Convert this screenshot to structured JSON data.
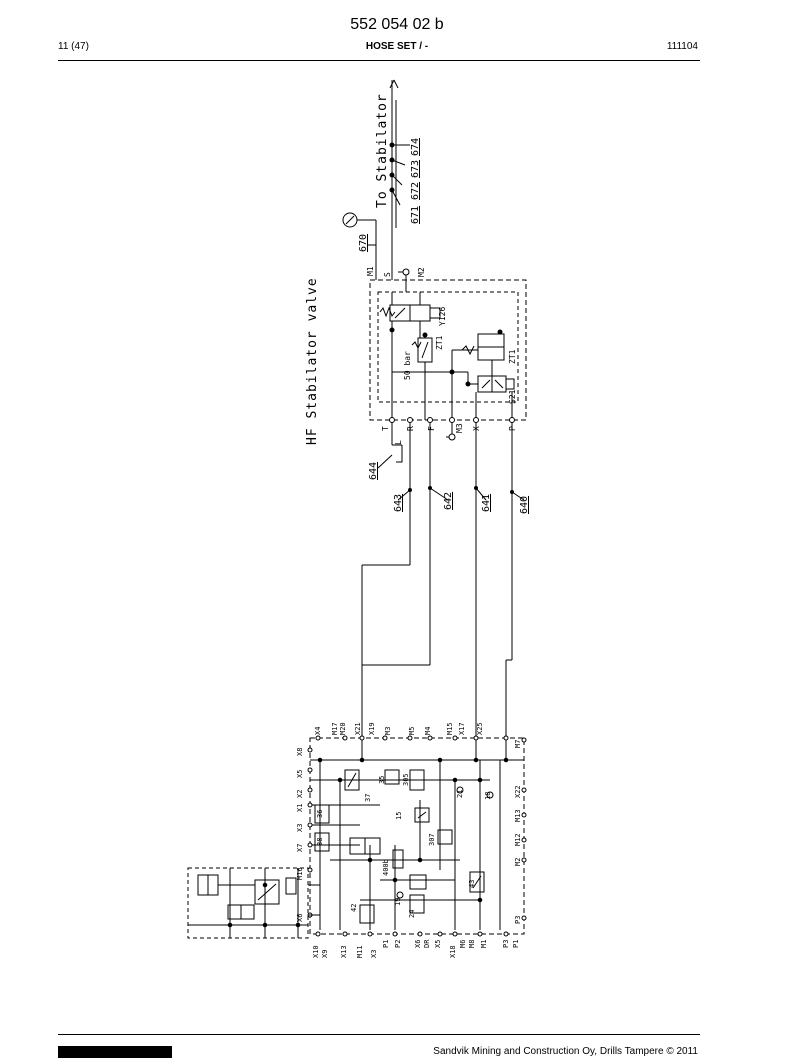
{
  "header": {
    "doc_number": "552 054 02 b",
    "page": "11 (47)",
    "title": "HOSE SET / -",
    "date": "111104"
  },
  "diagram": {
    "labels": {
      "to_stabilator": "To Stabilator",
      "hf_stabilator_valve": "HF Stabilator valve",
      "pressure_50bar": "50 bar"
    },
    "hose_numbers": [
      "670",
      "671",
      "672",
      "673",
      "674",
      "644",
      "643",
      "642",
      "641",
      "640"
    ],
    "valve_ports": [
      "M1",
      "S",
      "M2",
      "T",
      "L",
      "R",
      "F",
      "M3",
      "X",
      "P"
    ],
    "block_ports_top": [
      "X4",
      "M17",
      "M20",
      "X21",
      "X19",
      "M3",
      "M5",
      "M4",
      "M15",
      "X17",
      "X25"
    ],
    "block_ports_bottom": [
      "X10",
      "X9",
      "X13",
      "M11",
      "X3",
      "P1",
      "P2",
      "X6",
      "DR",
      "X5",
      "X18",
      "M6",
      "M8",
      "M1",
      "P3",
      "P1"
    ],
    "block_ports_left": [
      "X8",
      "X5",
      "X2",
      "X1",
      "X3",
      "X7",
      "M16",
      "X6"
    ],
    "block_ports_right": [
      "M7",
      "X22",
      "M13",
      "M12",
      "M2",
      "P3"
    ],
    "component_numbers": [
      "Y126",
      "ZT1",
      "ZT1",
      "S21",
      "38",
      "37",
      "36",
      "35",
      "15",
      "305",
      "307",
      "400b",
      "42",
      "24",
      "19",
      "18",
      "43",
      "21"
    ]
  },
  "footer": {
    "copyright": "Sandvik Mining and Construction Oy, Drills Tampere © 2011"
  }
}
